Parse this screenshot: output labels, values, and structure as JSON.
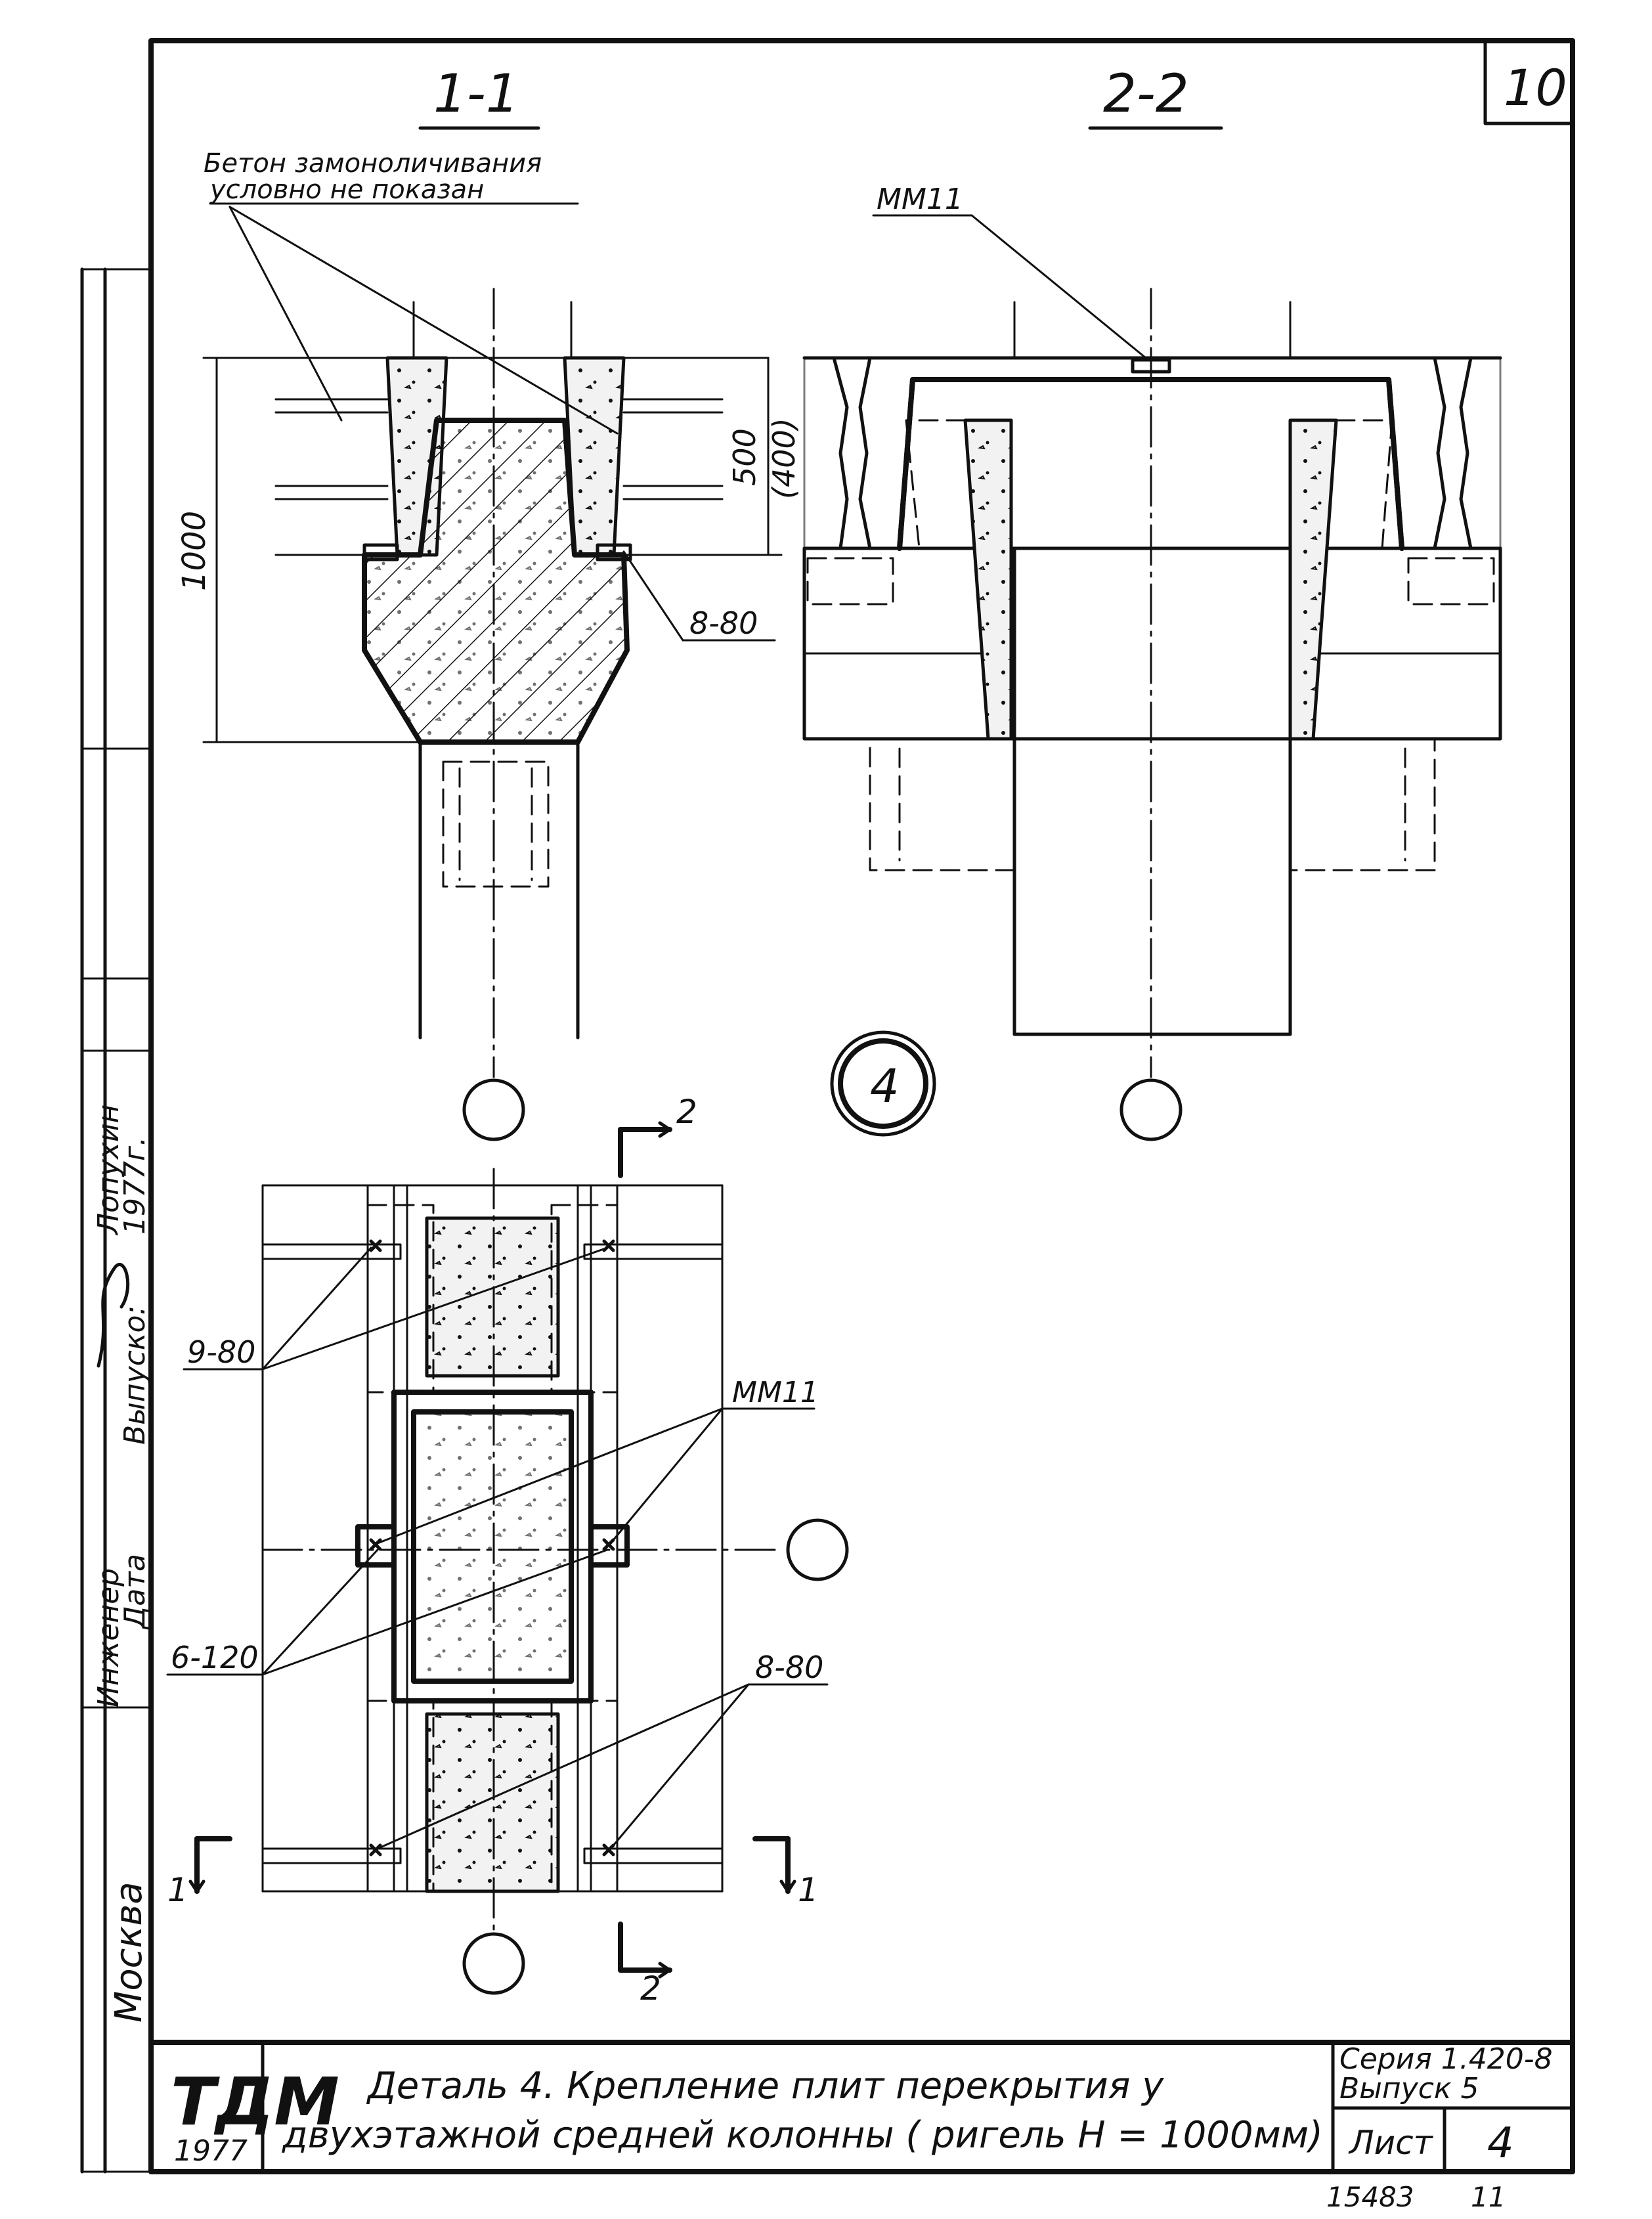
{
  "sheet": {
    "corner_number": "10",
    "section_1_label": "1-1",
    "section_2_label": "2-2"
  },
  "annotations": {
    "concrete_note_line1": "Бетон замоноличивания",
    "concrete_note_line2": "условно не показан",
    "mm11_top": "ММ11",
    "mm11_plan": "ММ11",
    "weld_8_80_section": "8-80",
    "weld_9_80": "9-80",
    "weld_6_120": "6-120",
    "weld_8_80_plan": "8-80",
    "dim_1000": "1000",
    "dim_500": "500",
    "dim_400": "(400)",
    "detail_number": "4",
    "cut_1_left": "1",
    "cut_1_right": "1",
    "cut_2_top": "2",
    "cut_2_bottom": "2"
  },
  "side_stamp": {
    "city": "Москва",
    "role_engineer": "Инженер",
    "name_engineer": "Лопухин",
    "role_date": "Дата",
    "date_value": "1977г.",
    "issued": "Выпуско:"
  },
  "title_block": {
    "logo": "ТДМ",
    "logo_year": "1977",
    "title_line1": "Деталь 4. Крепление плит перекрытия у",
    "title_line2": "двухэтажной средней колонны ( ригель Н = 1000мм)",
    "series_line1": "Серия 1.420-8",
    "series_line2": "Выпуск 5",
    "sheet_label": "Лист",
    "sheet_number": "4",
    "inventory_number": "15483",
    "copy_number": "11"
  }
}
